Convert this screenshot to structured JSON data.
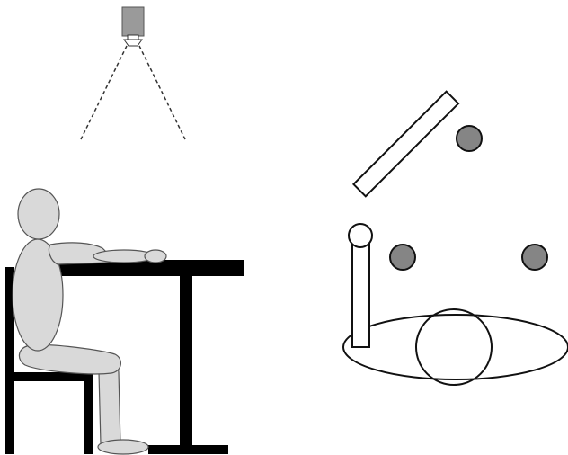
{
  "figure": {
    "panels": [
      {
        "name": "side-view",
        "elements": [
          "overhead-camera",
          "camera-field-of-view",
          "seated-person",
          "chair",
          "desk"
        ]
      },
      {
        "name": "top-view",
        "elements": [
          "arm-upper-segment",
          "arm-forearm-segment",
          "shoulder-joint",
          "marker-wrist",
          "marker-left",
          "marker-right",
          "torso-ellipse",
          "head-circle"
        ]
      }
    ],
    "colors": {
      "line": "#111111",
      "body_fill": "#d9d9d9",
      "camera_fill": "#9a9a9a",
      "marker_fill": "#858585",
      "background": "#ffffff"
    }
  }
}
